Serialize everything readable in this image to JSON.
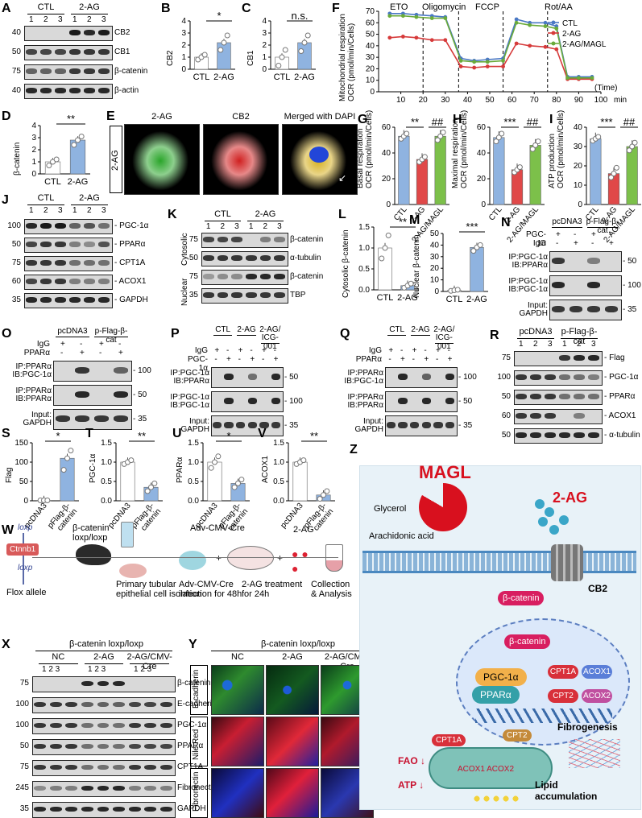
{
  "panels": [
    "A",
    "B",
    "C",
    "D",
    "E",
    "F",
    "G",
    "H",
    "I",
    "J",
    "K",
    "L",
    "M",
    "N",
    "O",
    "P",
    "Q",
    "R",
    "S",
    "T",
    "U",
    "V",
    "W",
    "X",
    "Y",
    "Z"
  ],
  "A": {
    "groups": [
      "CTL",
      "2-AG"
    ],
    "lanes": [
      "1",
      "2",
      "3",
      "1",
      "2",
      "3"
    ],
    "rows": [
      {
        "mw": "40",
        "label": "CB2"
      },
      {
        "mw": "50",
        "label": "CB1"
      },
      {
        "mw": "75",
        "label": "β-catenin"
      },
      {
        "mw": "40",
        "label": "β-actin"
      }
    ]
  },
  "B": {
    "ylabel": "CB2",
    "categories": [
      "CTL",
      "2-AG"
    ],
    "values": [
      1.0,
      2.2
    ],
    "sig": "*",
    "yticks": [
      "0",
      "1",
      "2",
      "3",
      "4"
    ]
  },
  "C": {
    "ylabel": "CB1",
    "categories": [
      "CTL",
      "2-AG"
    ],
    "values": [
      1.0,
      2.2
    ],
    "sig": "n.s.",
    "yticks": [
      "0",
      "1",
      "2",
      "3",
      "4"
    ]
  },
  "D": {
    "ylabel": "β-catenin",
    "categories": [
      "CTL",
      "2-AG"
    ],
    "values": [
      1.0,
      2.8
    ],
    "sig": "**",
    "yticks": [
      "0",
      "1",
      "2",
      "3",
      "4"
    ]
  },
  "E": {
    "row_label": "2-AG",
    "titles": [
      "2-AG",
      "CB2",
      "Merged with DAPI"
    ]
  },
  "F": {
    "ylabel1": "Mitochondrial respiration",
    "ylabel2": "OCR (pmol/min/Cells)",
    "xlabel": "(Time)",
    "xunit": "min",
    "phases": [
      "ETO",
      "Oligomycin",
      "FCCP",
      "Rot/AA"
    ],
    "xticks": [
      "10",
      "20",
      "30",
      "40",
      "50",
      "60",
      "70",
      "80",
      "90",
      "100"
    ],
    "yticks": [
      "0",
      "10",
      "20",
      "30",
      "40",
      "50",
      "60",
      "70"
    ],
    "legend": [
      "CTL",
      "2-AG",
      "2-AG/MAGL"
    ]
  },
  "chart_data": [
    {
      "type": "line",
      "x": [
        5,
        11,
        17,
        24,
        30,
        37,
        43,
        49,
        56,
        62,
        68,
        75,
        80,
        85,
        90,
        96
      ],
      "series": [
        {
          "name": "CTL",
          "values": [
            68,
            68,
            67,
            66,
            65,
            29,
            27,
            28,
            29,
            63,
            60,
            60,
            57,
            13,
            13,
            13
          ]
        },
        {
          "name": "2-AG",
          "values": [
            47,
            48,
            47,
            45,
            45,
            22,
            21,
            22,
            22,
            42,
            40,
            39,
            37,
            11,
            11,
            11
          ]
        },
        {
          "name": "2-AG/MAGL",
          "values": [
            66,
            66,
            65,
            64,
            64,
            27,
            26,
            26,
            27,
            60,
            58,
            57,
            55,
            12,
            12,
            12
          ]
        }
      ],
      "xlabel": "(Time)",
      "ylabel": "OCR (pmol/min/Cells)",
      "ylim": [
        0,
        70
      ],
      "xlim": [
        0,
        100
      ]
    },
    {
      "type": "bar",
      "title": "",
      "ylabel": "Basal respiration OCR (pmol/min/Cells)",
      "categories": [
        "CTL",
        "2-AG",
        "2-AG/MAGL"
      ],
      "values": [
        53,
        35,
        53
      ],
      "ylim": [
        0,
        60
      ]
    },
    {
      "type": "bar",
      "ylabel": "Maximal respiration OCR (pmol/min/Cells)",
      "categories": [
        "CTL",
        "2-AG",
        "2-AG/MAGL"
      ],
      "values": [
        52,
        27,
        46
      ],
      "ylim": [
        0,
        60
      ]
    },
    {
      "type": "bar",
      "ylabel": "ATP production OCR (pmol/min/Cells)",
      "categories": [
        "CTL",
        "2-AG",
        "2-AG/MAGL"
      ],
      "values": [
        34,
        16,
        30
      ],
      "ylim": [
        0,
        40
      ]
    }
  ],
  "G": {
    "sig": [
      "**",
      "##"
    ],
    "yticks": [
      "0",
      "20",
      "40",
      "60"
    ],
    "label1": "Basal respiration",
    "label2": "OCR (pmol/min/Cells)"
  },
  "H": {
    "sig": [
      "***",
      "##"
    ],
    "yticks": [
      "0",
      "20",
      "40",
      "60"
    ],
    "label1": "Maximal respiration",
    "label2": "OCR (pmol/min/Cells)"
  },
  "I": {
    "sig": [
      "***",
      "##"
    ],
    "yticks": [
      "0",
      "10",
      "20",
      "30",
      "40"
    ],
    "label1": "ATP production",
    "label2": "OCR (pmol/min/Cells)"
  },
  "GHI_categories": [
    "CTL",
    "2-AG",
    "2-AG/MAGL"
  ],
  "J": {
    "groups": [
      "CTL",
      "2-AG"
    ],
    "lanes": [
      "1",
      "2",
      "3",
      "1",
      "2",
      "3"
    ],
    "rows": [
      {
        "mw": "100",
        "label": "PGC-1α"
      },
      {
        "mw": "50",
        "label": "PPARα"
      },
      {
        "mw": "75",
        "label": "CPT1A"
      },
      {
        "mw": "60",
        "label": "ACOX1"
      },
      {
        "mw": "35",
        "label": "GAPDH"
      }
    ]
  },
  "K": {
    "groups": [
      "CTL",
      "2-AG"
    ],
    "lanes": [
      "1",
      "2",
      "3",
      "1",
      "2",
      "3"
    ],
    "side": [
      "Cytosolic",
      "Nuclear"
    ],
    "rows": [
      {
        "mw": "75",
        "label": "β-catenin"
      },
      {
        "mw": "50",
        "label": "α-tubulin"
      },
      {
        "mw": "75",
        "label": "β-catenin"
      },
      {
        "mw": "35",
        "label": "TBP"
      }
    ]
  },
  "L": {
    "ylabel": "Cytosolic β-catenin",
    "categories": [
      "CTL",
      "2-AG"
    ],
    "values": [
      1.0,
      0.1
    ],
    "sig": "**",
    "yticks": [
      "0.0",
      "0.5",
      "1.0",
      "1.5"
    ]
  },
  "M": {
    "ylabel": "Nuclear β-catenin",
    "categories": [
      "CTL",
      "2-AG"
    ],
    "values": [
      1.0,
      38
    ],
    "sig": "***",
    "yticks": [
      "0",
      "10",
      "20",
      "30",
      "40",
      "50"
    ]
  },
  "N": {
    "groups": [
      "pcDNA3",
      "p-Flag-β-cat"
    ],
    "toprows": [
      "PGC-1α",
      "IgG"
    ],
    "signs": [
      [
        "+",
        "-",
        "+",
        "-"
      ],
      [
        "-",
        "+",
        "-",
        "+"
      ]
    ],
    "rows": [
      {
        "label": "IP:PGC-1α\nIB:PPARα",
        "mw": "50"
      },
      {
        "label": "IP:PGC-1α\nIB:PGC-1α",
        "mw": "100"
      },
      {
        "label": "Input:\nGAPDH",
        "mw": "35"
      }
    ]
  },
  "O": {
    "groups": [
      "pcDNA3",
      "p-Flag-β-cat"
    ],
    "toprows": [
      "IgG",
      "PPARα"
    ],
    "signs": [
      [
        "+",
        "-",
        "+",
        "-"
      ],
      [
        "-",
        "+",
        "-",
        "+"
      ]
    ],
    "rows": [
      {
        "label": "IP:PPARα\nIB:PGC-1α",
        "mw": "100"
      },
      {
        "label": "IP:PPARα\nIB:PPARα",
        "mw": "50"
      },
      {
        "label": "Input:\nGAPDH",
        "mw": "35"
      }
    ]
  },
  "P": {
    "groups": [
      "CTL",
      "2-AG",
      "2-AG/\nICG-001"
    ],
    "toprows": [
      "IgG",
      "PGC-1α"
    ],
    "signs": [
      [
        "+",
        "-",
        "+",
        "-",
        "+",
        "-"
      ],
      [
        "-",
        "+",
        "-",
        "+",
        "-",
        "+"
      ]
    ],
    "rows": [
      {
        "label": "IP:PGC-1α\nIB:PPARα",
        "mw": "50"
      },
      {
        "label": "IP:PGC-1α\nIB:PGC-1α",
        "mw": "100"
      },
      {
        "label": "Input:\nGAPDH",
        "mw": "35"
      }
    ]
  },
  "Q": {
    "groups": [
      "CTL",
      "2-AG",
      "2-AG/\nICG-001"
    ],
    "toprows": [
      "IgG",
      "PPARα"
    ],
    "signs": [
      [
        "+",
        "-",
        "+",
        "-",
        "+",
        "-"
      ],
      [
        "-",
        "+",
        "-",
        "+",
        "-",
        "+"
      ]
    ],
    "rows": [
      {
        "label": "IP:PPARα\nIB:PGC-1α",
        "mw": "100"
      },
      {
        "label": "IP:PPARα\nIB:PPARα",
        "mw": "50"
      },
      {
        "label": "Input:\nGAPDH",
        "mw": "35"
      }
    ]
  },
  "R": {
    "groups": [
      "pcDNA3",
      "p-Flag-β-cat"
    ],
    "lanes": [
      "1",
      "2",
      "3",
      "1",
      "2",
      "3"
    ],
    "rows": [
      {
        "mw": "75",
        "label": "Flag"
      },
      {
        "mw": "100",
        "label": "PGC-1α"
      },
      {
        "mw": "50",
        "label": "PPARα"
      },
      {
        "mw": "60",
        "label": "ACOX1"
      },
      {
        "mw": "50",
        "label": "α-tubulin"
      }
    ]
  },
  "S": {
    "ylabel": "Flag",
    "categories": [
      "pcDNA3",
      "pFlag-β-\ncatenin"
    ],
    "values": [
      1,
      110
    ],
    "sig": "*",
    "yticks": [
      "0",
      "50",
      "100",
      "150"
    ]
  },
  "T": {
    "ylabel": "PGC-1α",
    "categories": [
      "pcDNA3",
      "pFlag-β-\ncatenin"
    ],
    "values": [
      1.0,
      0.35
    ],
    "sig": "**",
    "yticks": [
      "0.0",
      "0.5",
      "1.0",
      "1.5"
    ]
  },
  "U": {
    "ylabel": "PPARα",
    "categories": [
      "pcDNA3",
      "pFlag-β-\ncatenin"
    ],
    "values": [
      1.0,
      0.45
    ],
    "sig": "*",
    "yticks": [
      "0.0",
      "0.5",
      "1.0",
      "1.5"
    ]
  },
  "V": {
    "ylabel": "ACOX1",
    "categories": [
      "pcDNA3",
      "pFlag-β-\ncatenin"
    ],
    "values": [
      1.0,
      0.15
    ],
    "sig": "**",
    "yticks": [
      "0.0",
      "0.5",
      "1.0",
      "1.5"
    ]
  },
  "W": {
    "gene_top": "loxp",
    "gene_mid": "Ctnnb1",
    "gene_bot": "loxp",
    "flox": "Flox allele",
    "mouse": "β-catenin\nloxp/loxp",
    "virus": "Adv-CMV-Cre",
    "treat": "2-AG",
    "steps": [
      "Primary tubular\nepithelial cell isolation",
      "Adv-CMV-Cre\ninfection for 48h",
      "2-AG treatment\nfor 24h",
      "Collection\n& Analysis"
    ]
  },
  "X": {
    "title": "β-catenin loxp/loxp",
    "groups": [
      "NC",
      "2-AG",
      "2-AG/CMV-Cre"
    ],
    "lanes": [
      "1 2 3",
      "1 2 3",
      "1 2 3"
    ],
    "rows": [
      {
        "mw": "75",
        "label": "β-catenin"
      },
      {
        "mw": "100",
        "label": "E-cadherin"
      },
      {
        "mw": "100",
        "label": "PGC-1α"
      },
      {
        "mw": "50",
        "label": "PPARα"
      },
      {
        "mw": "75",
        "label": "CPT1A"
      },
      {
        "mw": "245",
        "label": "Fibronectin"
      },
      {
        "mw": "35",
        "label": "GAPDH"
      }
    ]
  },
  "Y": {
    "title": "β-catenin loxp/loxp",
    "cols": [
      "NC",
      "2-AG",
      "2-AG/CMV-Cre"
    ],
    "rows": [
      "E-cadherin",
      "Nile Red",
      "Fibronectin"
    ]
  },
  "Z": {
    "magl": "MAGL",
    "ag": "2-AG",
    "glycerol": "Glycerol",
    "aa": "Arachidonic acid",
    "cb2": "CB2",
    "bcat1": "β-catenin",
    "bcat2": "β-catenin",
    "pgc": "PGC-1α",
    "ppar": "PPARα",
    "genes": [
      "CPT1A",
      "ACOX1",
      "CPT2",
      "ACOX2"
    ],
    "mito": [
      "CPT1A",
      "CPT2",
      "ACOX1 ACOX2"
    ],
    "fao": "FAO",
    "atp": "ATP",
    "fib": "Fibrogenesis",
    "lipid": "Lipid\naccumulation"
  },
  "colors": {
    "ctl": "#4a78c4",
    "ag": "#d63a3a",
    "magl": "#6aab3a",
    "barBlue": "#8fb3e0",
    "barRed": "#e04848",
    "barGreen": "#7cc04a"
  }
}
